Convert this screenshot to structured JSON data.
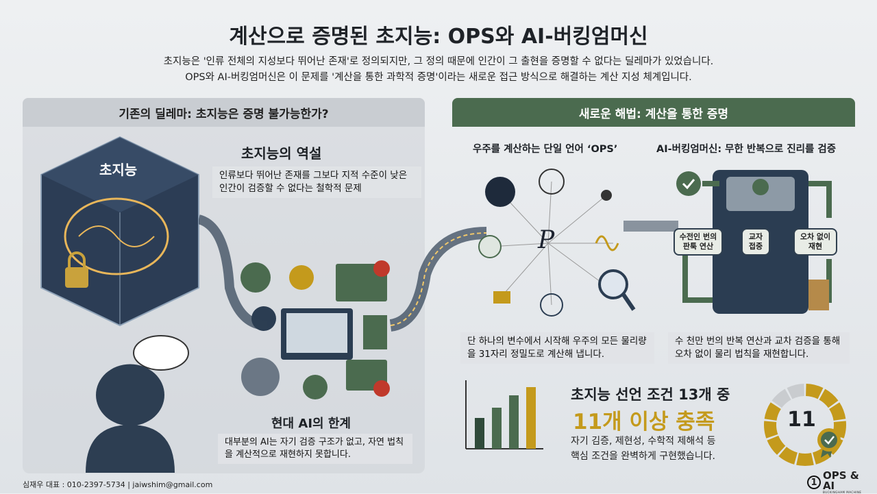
{
  "header": {
    "title": "계산으로 증명된 초지능: OPS와 AI-버킹엄머신",
    "subtitle_line1": "초지능은 '인류 전체의 지성보다 뛰어난 존재'로 정의되지만, 그 정의 때문에 인간이 그 출현을 증명할 수 없다는 딜레마가 있었습니다.",
    "subtitle_line2": "OPS와 AI-버킹엄머신은 이 문제를 '계산을 통한 과학적 증명'이라는 새로운 접근 방식으로 해결하는 계산 지성 체계입니다."
  },
  "left": {
    "header": "기존의 딜레마: 초지능은 증명 불가능한가?",
    "cube_label": "초지능",
    "paradox_title": "초지능의 역설",
    "paradox_text": "인류보다 뛰어난 존재를 그보다 지적 수준이 낮은 인간이 검증할 수 없다는 철학적 문제",
    "limit_title": "현대 AI의 한계",
    "limit_text": "대부분의 AI는 자기 검증 구조가 없고, 자연 법칙을 계산적으로 재현하지 못합니다."
  },
  "right": {
    "header": "새로운 해법: 계산을 통한 증명",
    "ops_title": "우주를 계산하는 단일 언어 ‘OPS’",
    "ops_symbol": "P",
    "ops_text": "단 하나의 변수에서 시작해 우주의 모든 물리량을 31자리 정밀도로 계산해 냅니다.",
    "machine_title": "AI-버킹엄머신: 무한 반복으로 진리를 검증",
    "machine_nodes": [
      "수전인 번의 판툭 연산",
      "교자 접중",
      "오차 없이 재현"
    ],
    "machine_text": "수 천만 번의 반복 연산과 교차 검증을 통해 오차 없이 물리 법칙을 재현합니다.",
    "result_line1": "초지능 선언 조건 13개 중",
    "result_line2": "11개 이상 충족",
    "result_desc1": "자기 김증, 제현성, 수학적 제해석 등",
    "result_desc2": "핵심 조건을 완벽하게 구현했습니다.",
    "gauge_value": "11",
    "gauge_filled": 11,
    "gauge_total": 13,
    "bars": [
      0.45,
      0.6,
      0.78,
      0.9
    ]
  },
  "footer": {
    "contact": "심재우 대표 : 010-2397-5734 | jaiwshim@gmail.com",
    "logo_number": "1",
    "logo_text": "OPS & AI",
    "logo_sub": "BUCKINGHAM MACHINE"
  },
  "colors": {
    "green": "#4b6b4f",
    "gold": "#c49a1c",
    "navy": "#2b3d52"
  }
}
